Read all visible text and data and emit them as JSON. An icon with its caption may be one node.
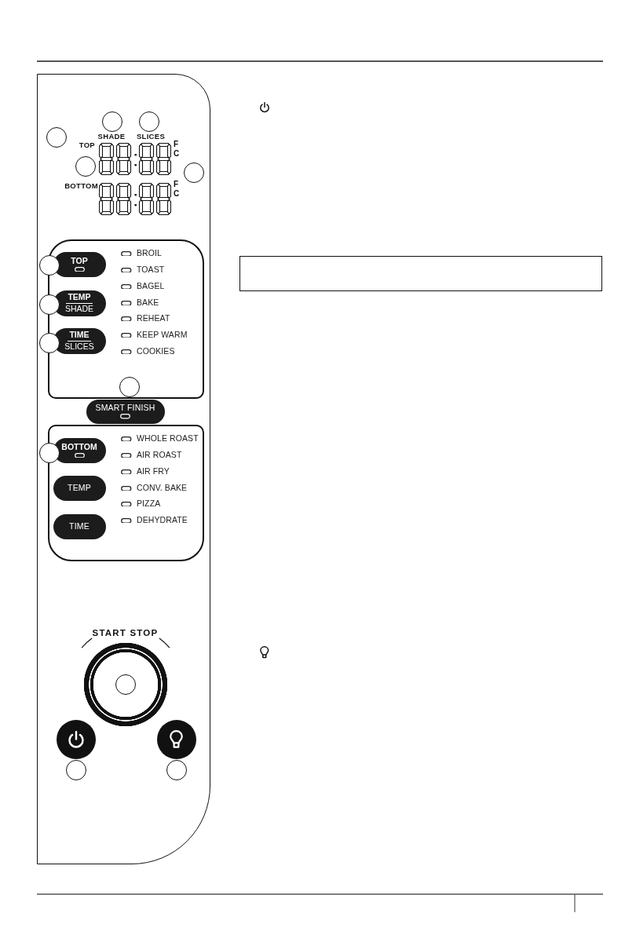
{
  "diagram": {
    "nodes": [
      {
        "text": [],
        "shape": "box"
      },
      {
        "text": [],
        "shape": "circle",
        "in": 0
      },
      {
        "text": [],
        "shape": "circle",
        "in": 0
      },
      {
        "text": [],
        "shape": "circle",
        "in": 0
      },
      {
        "text": [],
        "shape": "circle",
        "in": 0
      },
      {
        "text": [],
        "shape": "circle",
        "in": 0
      },
      {
        "text": [],
        "shape": "box",
        "in": 0
      },
      {
        "text": [],
        "shape": "circle",
        "in": 0
      },
      {
        "text": [
          "TOP"
        ],
        "in": 6
      },
      {
        "text": [],
        "shape": "circle",
        "in": 0
      },
      {
        "text": [
          "TEMP",
          "SHADE"
        ],
        "in": 6
      },
      {
        "text": [],
        "shape": "circle",
        "in": 0
      },
      {
        "text": [
          "TIME",
          "SLICES"
        ],
        "in": 6
      },
      {
        "text": [],
        "shape": "circle",
        "in": 6
      },
      {
        "text": [
          "SMART FINISH"
        ],
        "in": 0
      },
      {
        "text": [],
        "shape": "box",
        "in": 0
      },
      {
        "text": [],
        "shape": "circle",
        "in": 0
      },
      {
        "text": [
          "BOTTOM"
        ],
        "in": 15
      },
      {
        "text": [
          "TEMP"
        ],
        "in": 15
      },
      {
        "text": [
          "TIME"
        ],
        "in": 15
      },
      {
        "text": [
          "START STOP"
        ],
        "in": 0
      },
      {
        "text": [],
        "shape": "circle",
        "in": 20
      },
      {
        "text": [],
        "shape": "circle",
        "in": 0
      },
      {
        "text": [],
        "shape": "circle",
        "in": 0
      },
      {
        "text": [],
        "shape": "circle",
        "in": 0
      },
      {
        "text": [],
        "shape": "circle",
        "in": 0
      },
      {
        "text": [],
        "shape": "box"
      }
    ],
    "labels": [
      "SHADE",
      "SLICES",
      "TOP",
      "F",
      "C",
      "BOTTOM",
      "F",
      "C",
      "BROIL",
      "TOAST",
      "BAGEL",
      "BAKE",
      "REHEAT",
      "KEEP WARM",
      "COOKIES",
      "WHOLE ROAST",
      "AIR ROAST",
      "AIR FRY",
      "CONV. BAKE",
      "PIZZA",
      "DEHYDRATE"
    ]
  }
}
